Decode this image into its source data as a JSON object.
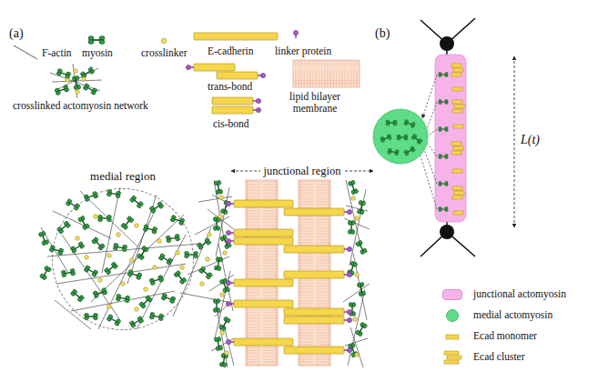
{
  "diagram": {
    "nodes": [
      {
        "text": [
          "medial region"
        ]
      }
    ],
    "labels": [
      "(a)",
      "F-actin",
      "myosin",
      "crosslinker",
      "crosslinked actomyosin network",
      "E-cadherin",
      "trans-bond",
      "cis-bond",
      "linker protein",
      "lipid bilayer membrane",
      "junctional region",
      "(b)",
      "L(t)"
    ],
    "legend": [
      {
        "text": "junctional actomyosin",
        "color": "#f5b3e8"
      },
      {
        "text": "medial actomyosin",
        "color": "#5edc88"
      },
      {
        "text": "Ecad monomer"
      },
      {
        "text": "Ecad cluster"
      }
    ]
  }
}
